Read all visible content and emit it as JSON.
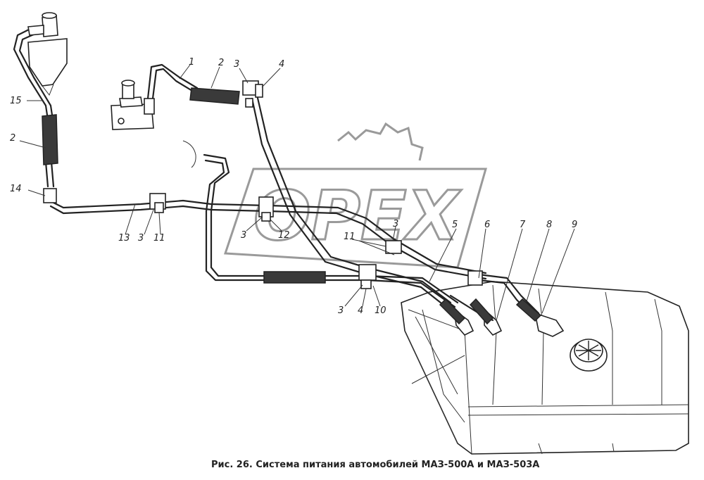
{
  "caption": "Рис. 26. Система питания автомобилей МАЗ-500А и МАЗ-503А",
  "watermark": {
    "text": "OPEX",
    "color": "#9a9a9a"
  },
  "labels": {
    "l1": "1",
    "l2a": "2",
    "l3a": "3",
    "l4a": "4",
    "l15": "15",
    "l2b": "2",
    "l14": "14",
    "l13": "13",
    "l3b": "3",
    "l11a": "11",
    "l3c": "3",
    "l12": "12",
    "l11b": "11",
    "l3d": "3",
    "l5": "5",
    "l6": "6",
    "l7": "7",
    "l8": "8",
    "l9": "9",
    "l3e": "3",
    "l4b": "4",
    "l10": "10"
  }
}
